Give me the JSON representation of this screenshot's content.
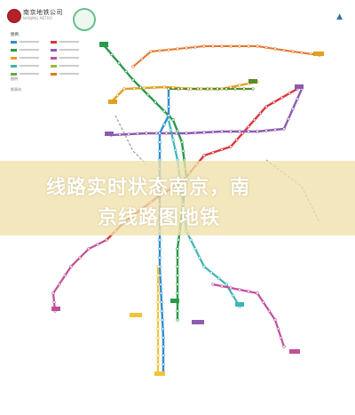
{
  "header": {
    "title": "南京地铁公司",
    "subtitle": "NANJING METRO"
  },
  "legend": {
    "title": "图例",
    "lines": [
      {
        "color": "#2f8fd0"
      },
      {
        "color": "#d8363c"
      },
      {
        "color": "#2a9a4a"
      },
      {
        "color": "#8d5bb0"
      },
      {
        "color": "#e0a020"
      },
      {
        "color": "#c04f9a"
      },
      {
        "color": "#3fb4b4"
      },
      {
        "color": "#9ab83a"
      },
      {
        "color": "#6fa34d"
      },
      {
        "color": "#e2752a"
      }
    ],
    "keys": [
      "图例",
      "换乘站"
    ]
  },
  "lines": {
    "line1": "#2f8fd0",
    "line2": "#d8363c",
    "line3": "#2a9a4a",
    "line4": "#8d5bb0",
    "line10": "#e0a020",
    "s1": "#3fb4b4",
    "s3": "#c04f9a",
    "s8": "#e2752a",
    "s9": "#f0c53a",
    "line7": "#5a8a2a"
  },
  "banner": {
    "line1": "线路实时状态南京，南",
    "line2": "京线路图地铁"
  }
}
